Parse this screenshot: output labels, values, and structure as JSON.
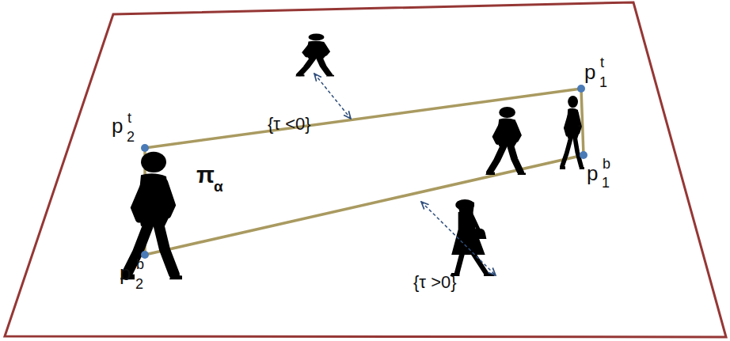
{
  "diagram": {
    "labels": [
      "p",
      "t",
      "2",
      "π",
      "α",
      "p",
      "b",
      "2",
      "{τ <0}",
      "p",
      "t",
      "1",
      "p",
      "b",
      "1",
      "{τ >0}"
    ]
  }
}
